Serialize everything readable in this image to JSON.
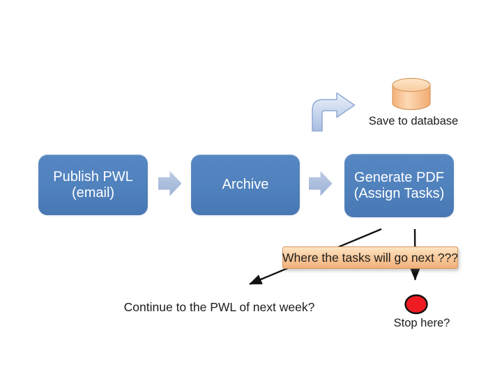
{
  "slide": {
    "flow_boxes": [
      {
        "line1": "Publish PWL",
        "line2": "(email)"
      },
      {
        "line1": "Archive",
        "line2": ""
      },
      {
        "line1": "Generate PDF",
        "line2": "(Assign Tasks)"
      }
    ],
    "annotations": {
      "save_to_database": "Save to database",
      "callout_question": "Where the tasks will go next ???",
      "continue_label": "Continue to the PWL of next week?",
      "stop_label": "Stop here?"
    },
    "colors": {
      "box_fill": "#4f81bd",
      "box_text": "#ffffff",
      "block_arrow_fill": "#a9bcdb",
      "bent_arrow_fill": "#c9d8ee",
      "bent_arrow_stroke": "#8fa9d2",
      "cylinder_fill": "#fac397",
      "cylinder_stroke": "#d79a62",
      "callout_fill": "#f8c896",
      "callout_border": "#d6945c",
      "stop_oval_fill": "#ee1b22",
      "connector_line": "#111111",
      "label_text": "#1c1c1c"
    }
  }
}
